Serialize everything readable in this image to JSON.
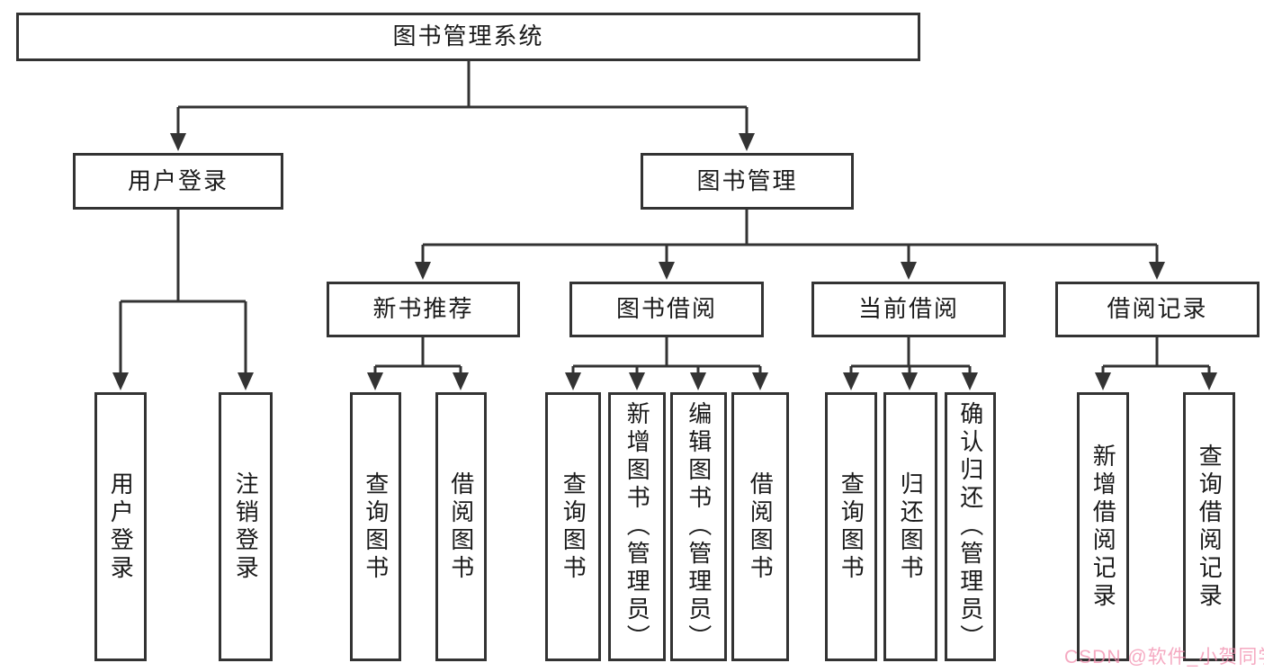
{
  "diagram": {
    "root_label": "图书管理系统",
    "branches": [
      {
        "label": "用户登录",
        "children": [
          {
            "label": "用户登录"
          },
          {
            "label": "注销登录"
          }
        ]
      },
      {
        "label": "图书管理",
        "children": [
          {
            "label": "新书推荐",
            "children": [
              {
                "label": "查询图书"
              },
              {
                "label": "借阅图书"
              }
            ]
          },
          {
            "label": "图书借阅",
            "children": [
              {
                "label": "查询图书"
              },
              {
                "label": "新增图书（管理员）"
              },
              {
                "label": "编辑图书（管理员）"
              },
              {
                "label": "借阅图书"
              }
            ]
          },
          {
            "label": "当前借阅",
            "children": [
              {
                "label": "查询图书"
              },
              {
                "label": "归还图书"
              },
              {
                "label": "确认归还（管理员）"
              }
            ]
          },
          {
            "label": "借阅记录",
            "children": [
              {
                "label": "新增借阅记录"
              },
              {
                "label": "查询借阅记录"
              }
            ]
          }
        ]
      }
    ]
  },
  "watermark": {
    "text": "CSDN @软件_小贺同学",
    "color": "#F18CAC"
  },
  "colors": {
    "line": "#333333",
    "box_border": "#333333",
    "text": "#1A1A1A",
    "background": "#FFFFFF"
  }
}
